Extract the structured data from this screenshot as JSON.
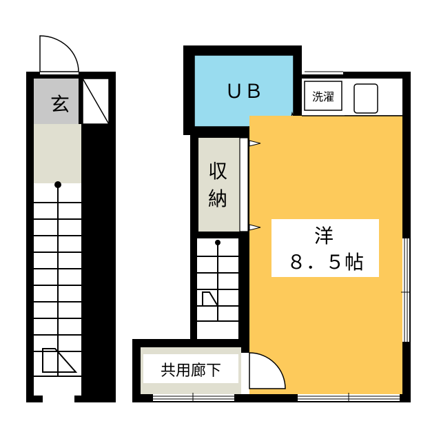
{
  "rooms": {
    "entrance": "玄",
    "bath": "ＵＢ",
    "laundry": "洗濯",
    "storage_line1": "収",
    "storage_line2": "納",
    "western_room_line1": "洋",
    "western_room_line2": "８．５帖",
    "shared_hallway": "共用廊下"
  },
  "colors": {
    "wall": "#000000",
    "western_room": "#fdca5b",
    "bath": "#99dcef",
    "hall": "#e0dfd0",
    "entrance": "#c8c8c8"
  }
}
